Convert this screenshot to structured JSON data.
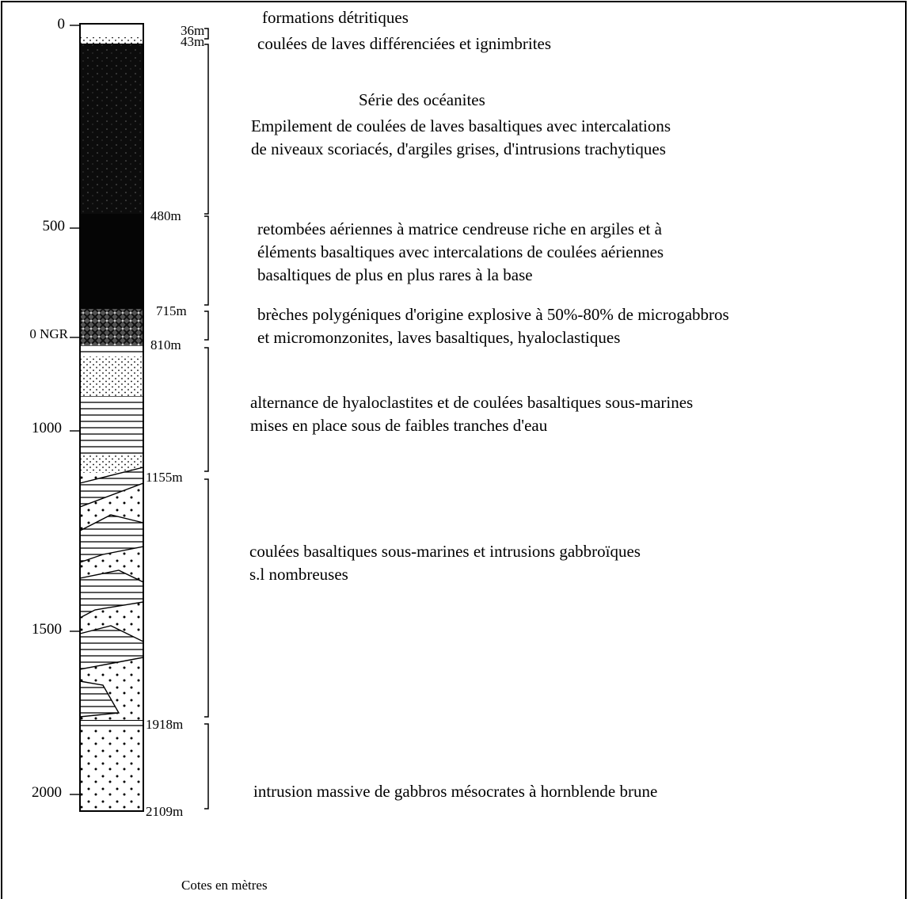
{
  "diagram": {
    "axis_ticks": [
      "0",
      "500",
      "0 NGR",
      "1000",
      "1500",
      "2000"
    ],
    "boundaries": [
      "36m",
      "43m",
      "480m",
      "715m",
      "810m",
      "1155m",
      "1918m",
      "2109m"
    ],
    "units_caption": "Cotes en mètres",
    "descriptions": {
      "d1": [
        "formations détritiques"
      ],
      "d2": [
        "coulées de laves différenciées et ignimbrites"
      ],
      "d3_title": "Série des océanites",
      "d3": [
        "Empilement de coulées de laves basaltiques avec intercalations",
        "de niveaux scoriacés, d'argiles grises, d'intrusions trachytiques"
      ],
      "d4": [
        "retombées aériennes à matrice cendreuse riche en argiles et à",
        "éléments basaltiques avec intercalations de coulées aériennes",
        "basaltiques de plus en plus rares à la base"
      ],
      "d5": [
        "brèches polygéniques d'origine explosive à 50%-80% de microgabbros",
        "et micromonzonites, laves basaltiques, hyaloclastiques"
      ],
      "d6": [
        "alternance de hyaloclastites et de coulées basaltiques sous-marines",
        "mises en place sous de faibles tranches d'eau"
      ],
      "d7": [
        "coulées basaltiques sous-marines et intrusions gabbroïques",
        "s.l  nombreuses"
      ],
      "d8": [
        "intrusion massive de gabbros mésocrates à hornblende brune"
      ]
    }
  }
}
